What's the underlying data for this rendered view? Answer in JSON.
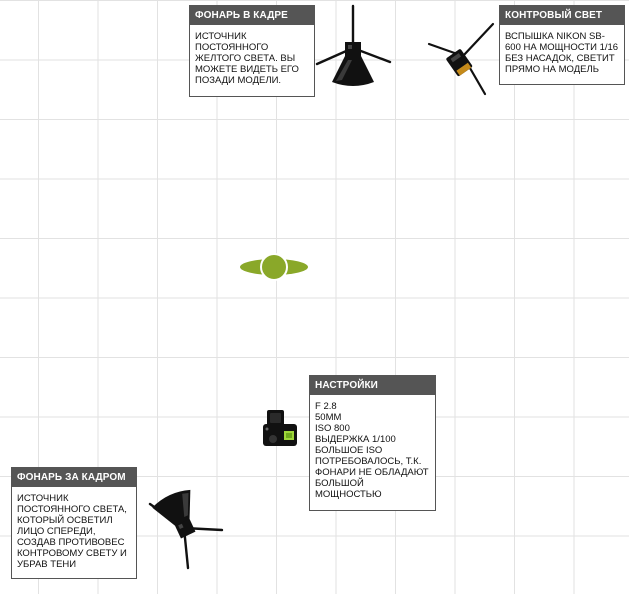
{
  "cards": {
    "lamp_in_frame": {
      "title": "ФОНАРЬ В КАДРЕ",
      "text": "ИСТОЧНИК ПОСТОЯННОГО ЖЕЛТОГО СВЕТА. ВЫ МОЖЕТЕ ВИДЕТЬ ЕГО ПОЗАДИ МОДЕЛИ."
    },
    "contour_light": {
      "title": "КОНТРОВЫЙ СВЕТ",
      "text": "ВСПЫШКА NIKON SB-600 НА МОЩНОСТИ 1/16 БЕЗ НАСАДОК, СВЕТИТ ПРЯМО НА МОДЕЛЬ"
    },
    "settings": {
      "title": "НАСТРОЙКИ",
      "text": "F 2.8\n50MM\nISO 800\nВЫДЕРЖКА 1/100\nБОЛЬШОЕ ISO ПОТРЕБОВАЛОСЬ, Т.К. ФОНАРИ НЕ ОБЛАДАЮТ БОЛЬШОЙ МОЩНОСТЬЮ"
    },
    "lamp_out_of_frame": {
      "title": "ФОНАРЬ ЗА КАДРОМ",
      "text": "ИСТОЧНИК ПОСТОЯННОГО СВЕТА, КОТОРЫЙ ОСВЕТИЛ ЛИЦО СПЕРЕДИ, СОЗДАВ ПРОТИВОВЕС КОНТРОВОМУ СВЕТУ И УБРАВ ТЕНИ"
    }
  },
  "colors": {
    "card_header": "#555555",
    "model": "#8aa829",
    "grid": "#e2e2e2",
    "equipment": "#111111"
  },
  "icons": {
    "lamp_in_frame": "studio-lamp-icon",
    "contour_light": "speedlight-flash-icon",
    "model": "model-top-view-icon",
    "camera": "camera-icon",
    "lamp_out_of_frame": "studio-lamp-icon"
  }
}
